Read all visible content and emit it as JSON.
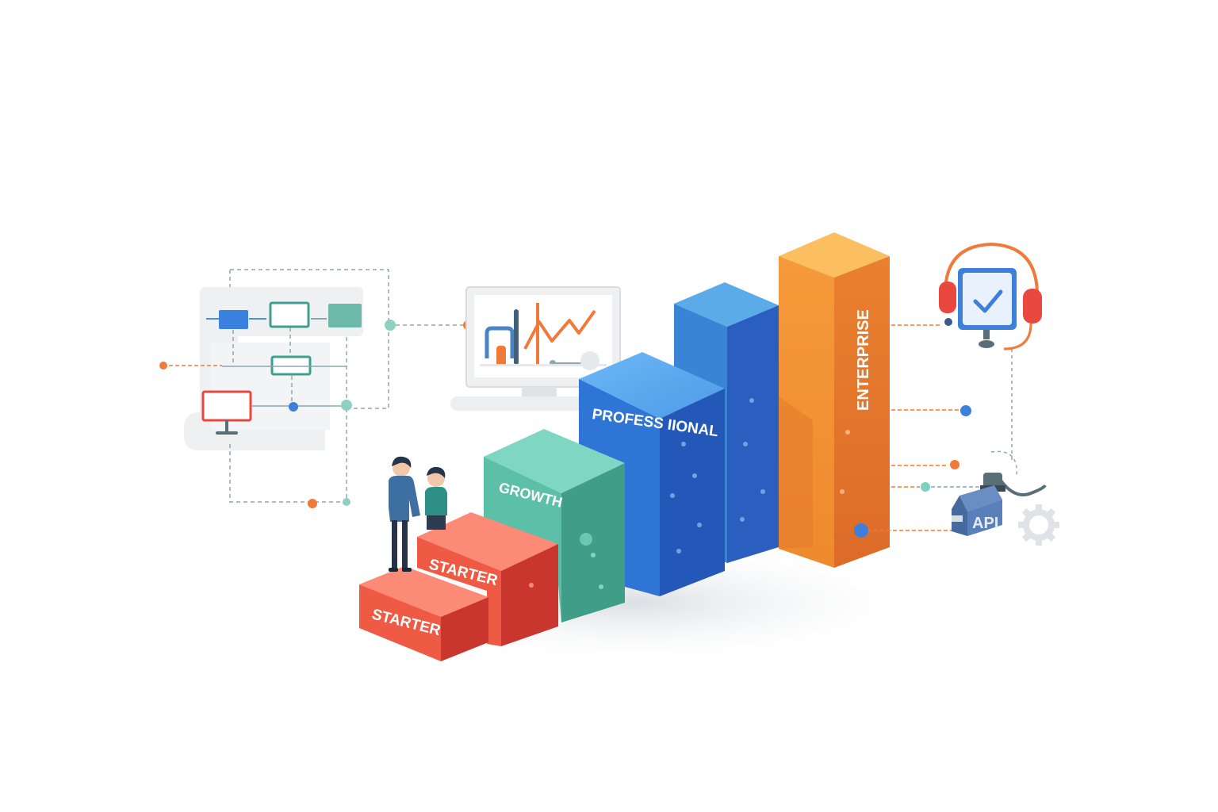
{
  "tiers": [
    {
      "id": "starter-low",
      "label": "STARTER",
      "color": "#e9483f"
    },
    {
      "id": "starter-high",
      "label": "STARTER",
      "color": "#e9483f"
    },
    {
      "id": "growth",
      "label": "GROWTH",
      "color": "#45a891"
    },
    {
      "id": "professional",
      "label": "PROFESS IIONAL",
      "color": "#2f6fd0"
    },
    {
      "id": "enterprise-mid",
      "label": "",
      "color": "#2a5fbf"
    },
    {
      "id": "enterprise",
      "label": "ENTERPRISE",
      "color": "#ef8a30"
    }
  ],
  "api_label": "API",
  "icons": [
    "workflow-diagram-icon",
    "analytics-monitor-icon",
    "support-headset-icon",
    "api-connector-icon",
    "gear-icon",
    "people-icon"
  ],
  "colors": {
    "accent_orange": "#f07a3a",
    "accent_teal": "#6cc0b0",
    "accent_blue": "#3d7fd9",
    "accent_red": "#e9483f"
  }
}
